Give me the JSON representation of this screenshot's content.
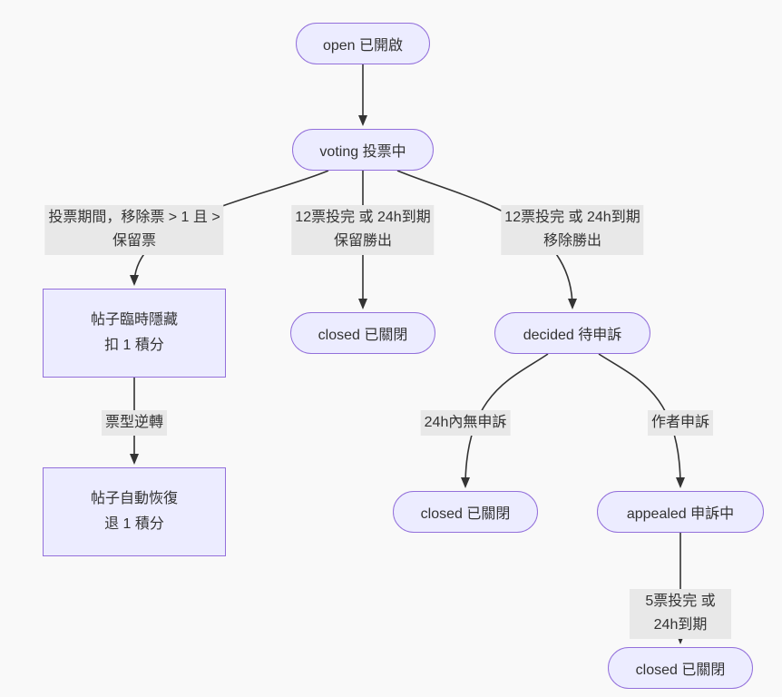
{
  "diagram": {
    "type": "flowchart",
    "colors": {
      "background": "#f9f9f9",
      "node_fill": "#ececff",
      "node_border": "#9370db",
      "edge_label_bg": "#e8e8e8",
      "edge_stroke": "#333333",
      "text": "#333333"
    },
    "nodes": {
      "open": {
        "label": "open 已開啟"
      },
      "voting": {
        "label": "voting 投票中"
      },
      "post_hidden": {
        "label": "帖子臨時隱藏\n扣 1 積分"
      },
      "closed_keep": {
        "label": "closed 已關閉"
      },
      "decided": {
        "label": "decided 待申訴"
      },
      "post_restored": {
        "label": "帖子自動恢復\n退 1 積分"
      },
      "closed_no_appeal": {
        "label": "closed 已關閉"
      },
      "appealed": {
        "label": "appealed 申訴中"
      },
      "closed_final": {
        "label": "closed 已關閉"
      }
    },
    "edges": {
      "voting_to_hidden": "投票期間，移除票 > 1 且 >\n保留票",
      "voting_to_closed": "12票投完 或 24h到期\n保留勝出",
      "voting_to_decided": "12票投完 或 24h到期\n移除勝出",
      "hidden_to_restored": "票型逆轉",
      "decided_to_closed": "24h內無申訴",
      "decided_to_appealed": "作者申訴",
      "appealed_to_closed": "5票投完 或 24h到期"
    }
  }
}
